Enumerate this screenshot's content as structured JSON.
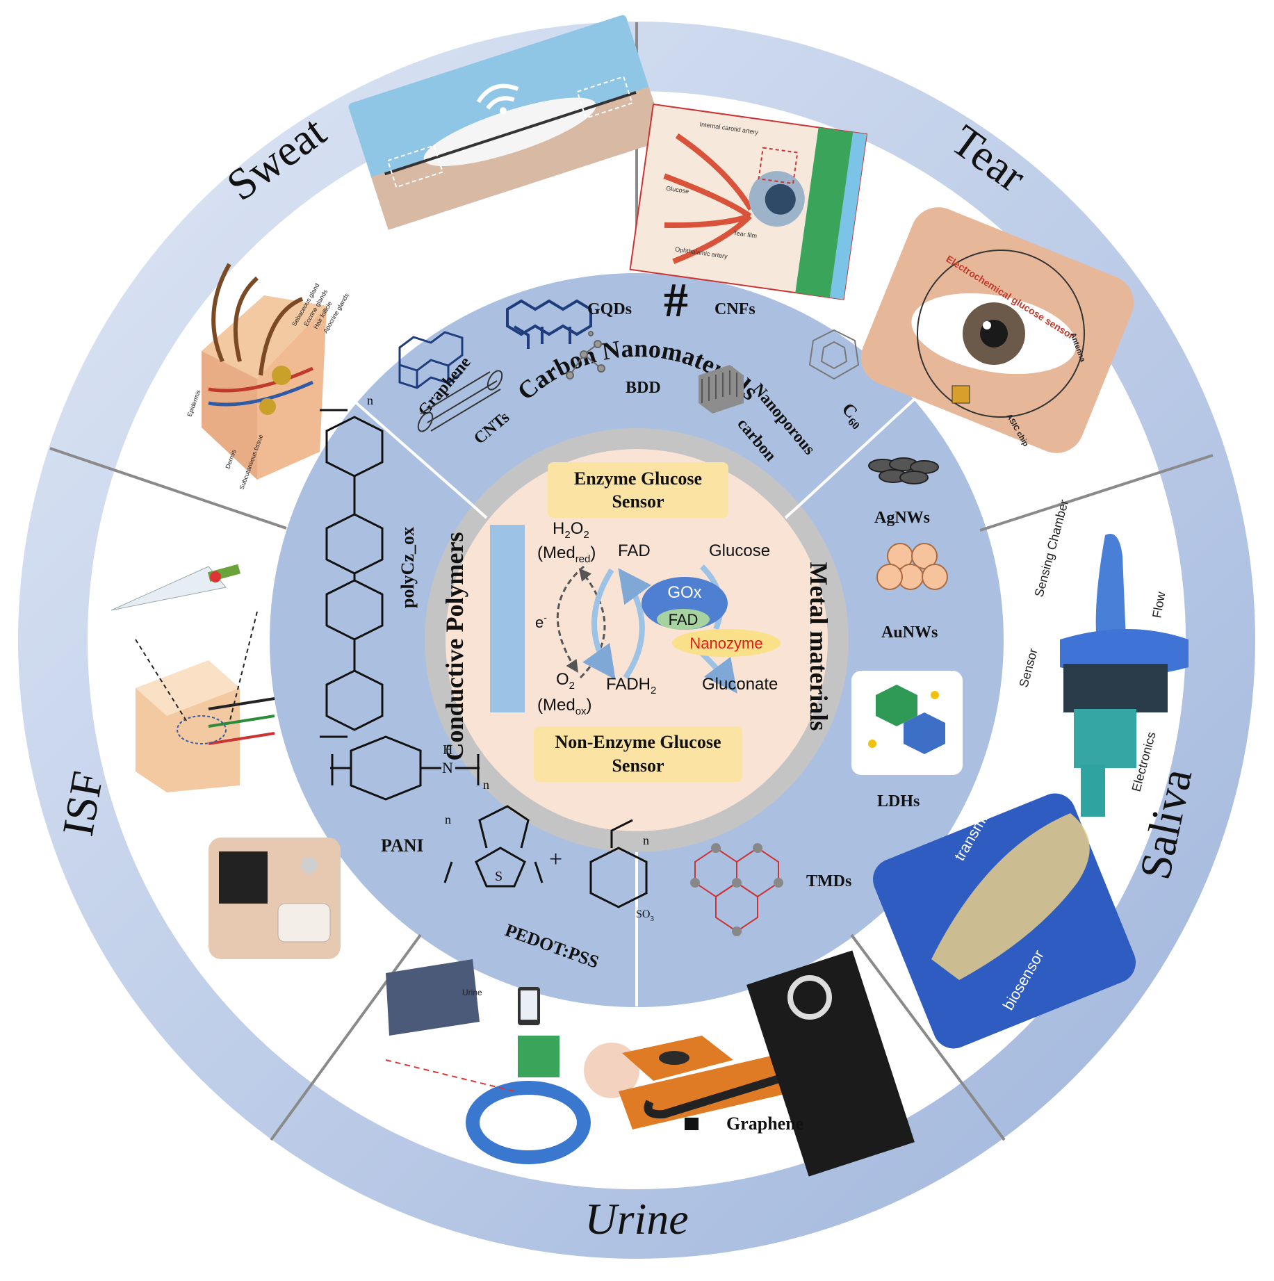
{
  "colors": {
    "outer_ring": "#bccbe6",
    "outer_ring_dark": "#a6b9dc",
    "middle_ring": "#a9bedf",
    "grey_ring": "#c3c3c3",
    "core": "#f7e2d4",
    "label_box": "#fbe3a4",
    "electrode": "#9cc3e6",
    "gox_ellipse": "#4f7fd0",
    "fad_ellipse": "#a6d3a0",
    "nanozyme_ellipse": "#fbe08a",
    "nanozyme_text": "#e01b1b",
    "divider": "#8a8a8a"
  },
  "outer_sections": {
    "sweat": "Sweat",
    "tear": "Tear",
    "saliva": "Saliva",
    "urine": "Urine",
    "isf": "ISF"
  },
  "ring_titles": {
    "carbon": "Carbon Nanomaterials",
    "metal": "Metal materials",
    "polymer": "Conductive Polymers"
  },
  "carbon_items": {
    "gqds": "GQDs",
    "cnfs": "CNFs",
    "graphene": "Graphene",
    "cnts": "CNTs",
    "bdd": "BDD",
    "nanoporous_line1": "Nanoporous",
    "nanoporous_line2": "carbon",
    "c60": "C",
    "c60_sub": "60"
  },
  "metal_items": {
    "agnws": "AgNWs",
    "aunws": "AuNWs",
    "ldhs": "LDHs",
    "tmds": "TMDs"
  },
  "polymer_items": {
    "polycz": "polyCz_ox",
    "pani": "PANI",
    "pedot": "PEDOT:PSS",
    "n1": "n",
    "n2": "n",
    "n3": "n",
    "n4": "n",
    "h": "H",
    "nh": "N",
    "s": "S",
    "so3": "SO",
    "so3_sub": "3",
    "plus": "+"
  },
  "core": {
    "enzyme_line1": "Enzyme Glucose",
    "enzyme_line2": "Sensor",
    "nonenzyme_line1": "Non-Enzyme Glucose",
    "nonenzyme_line2": "Sensor",
    "h2o2": "H",
    "h2o2_sub": "2",
    "h2o2_o": "O",
    "h2o2_sub2": "2",
    "med_red": "(Med",
    "med_red_sub": "red",
    "med_close": ")",
    "electron": "e",
    "electron_sup": "-",
    "o2": "O",
    "o2_sub": "2",
    "med_ox": "(Med",
    "med_ox_sub": "ox",
    "fad": "FAD",
    "fadh2": "FADH",
    "fadh2_sub": "2",
    "glucose": "Glucose",
    "gluconate": "Gluconate",
    "gox": "GOx",
    "fad_inner": "FAD",
    "nanozyme": "Nanozyme"
  },
  "image_labels": {
    "tear_labels": [
      "Internal carotid artery",
      "Glucose",
      "Tear film",
      "Ophthalamic artery"
    ],
    "eye_labels": [
      "Electrochemical glucose sensor",
      "Antenna",
      "ASIC chip"
    ],
    "skin_labels": [
      "Sebaceous gland",
      "Eccrine glands",
      "Hair follicle",
      "Apocrine glands",
      "Epidermis",
      "Dermis",
      "Subcutaneous tissue"
    ],
    "saliva_labels": [
      "Sensing Chamber",
      "Flow",
      "Sensor",
      "Electronics"
    ],
    "mouthguard_labels": [
      "transmitter",
      "biosensor"
    ],
    "urine_label": "Urine",
    "graphene_legend": "Graphene"
  }
}
